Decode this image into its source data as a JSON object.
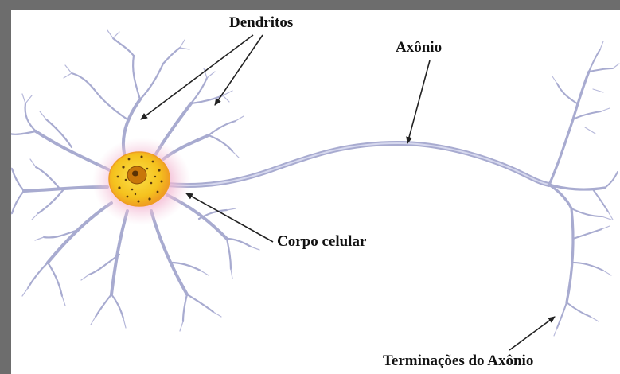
{
  "labels": {
    "dendrites": "Dendritos",
    "axon": "Axônio",
    "cell_body": "Corpo celular",
    "axon_terminals": "Terminações do Axônio"
  },
  "colors": {
    "frame": "#6d6d6d",
    "branch": "#a8abd0",
    "branch_light": "#c9cbe6",
    "soma_glow": "#f2b6d0",
    "soma": "#f6d12a",
    "soma_edge": "#f0a020",
    "nucleus": "#c8760a",
    "arrow": "#222222"
  }
}
